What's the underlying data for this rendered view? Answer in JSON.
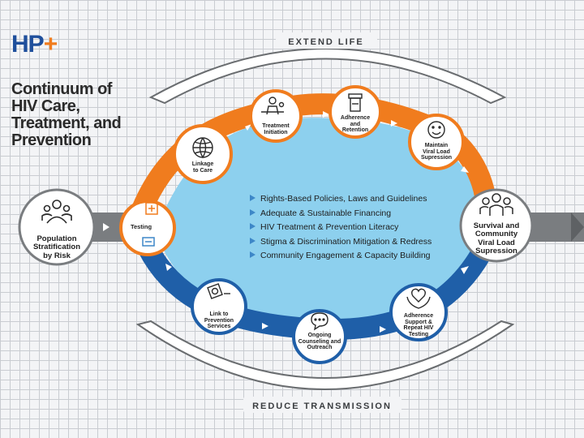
{
  "logo": {
    "hp": "HP",
    "plus": "+"
  },
  "title_lines": [
    "Continuum of",
    "HIV Care,",
    "Treatment, and",
    "Prevention"
  ],
  "arc_top_label": "EXTEND LIFE",
  "arc_bottom_label": "REDUCE TRANSMISSION",
  "nodes": {
    "population": [
      "Population",
      "Stratification",
      "by Risk"
    ],
    "testing": [
      "Testing"
    ],
    "linkage": [
      "Linkage",
      "to Care"
    ],
    "treatment": [
      "Treatment",
      "Initiation"
    ],
    "adherence_retention": [
      "Adherence",
      "and",
      "Retention"
    ],
    "maintain": [
      "Maintain",
      "Viral Load",
      "Supression"
    ],
    "survival": [
      "Survival and",
      "Community",
      "Viral Load",
      "Supression"
    ],
    "link_prevention": [
      "Link to",
      "Prevention",
      "Services"
    ],
    "counseling": [
      "Ongoing",
      "Counseling and",
      "Outreach"
    ],
    "adherence_support": [
      "Adherence",
      "Support &",
      "Repeat HIV",
      "Testing"
    ]
  },
  "center_items": [
    "Rights-Based Policies, Laws and Guidelines",
    "Adequate & Sustainable Financing",
    "HIV Treatment & Prevention Literacy",
    "Stigma & Discrimination Mitigation & Redress",
    "Community Engagement & Capacity Building"
  ],
  "colors": {
    "orange": "#f07c1e",
    "blue": "#1f5fa8",
    "center": "#8dd0ee",
    "gray": "#7a7d80",
    "logo_blue": "#1f4f9c"
  },
  "icons": {
    "population": "people-group-icon",
    "testing": "plus-minus-icon",
    "linkage": "globe-icon",
    "treatment": "doctor-patient-icon",
    "adherence_retention": "pill-bottle-icon",
    "maintain": "smiley-face-icon",
    "survival": "community-icon",
    "link_prevention": "condom-icon",
    "counseling": "speech-bubble-icon",
    "adherence_support": "hands-heart-icon"
  }
}
